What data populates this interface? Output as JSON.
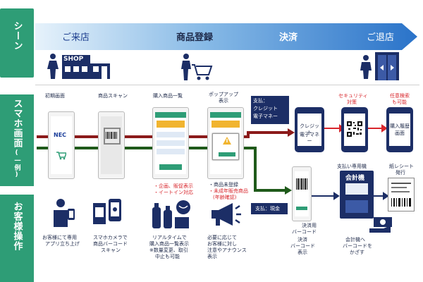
{
  "side": {
    "scene": "シーン",
    "screen_main": "スマホ画面",
    "screen_sub": "(一例)",
    "customer": "お客様操作"
  },
  "banner": {
    "arrive": "ご来店",
    "register": "商品登録",
    "settle": "決済",
    "leave": "ご退店",
    "shop_sign": "SHOP"
  },
  "screens": {
    "initial": "初期画面",
    "nec": "NEC",
    "scan": "商品スキャン",
    "list": "購入商品一覧",
    "popup_line1": "ポップアップ",
    "popup_line2": "表示",
    "list_note1": "・企画、販促表示",
    "list_note2": "・イートイン対応",
    "popup_note1": "・商品未登録",
    "popup_note2": "・未成年販売商品",
    "popup_note3": "(年齢確認)"
  },
  "credit": {
    "label_line1": "支払：",
    "label_line2": "クレジット",
    "label_line3": "電子マネー",
    "phone_line1": "クレジット",
    "phone_line2": "電子マネー",
    "security_line1": "セキュリティ",
    "security_line2": "対策",
    "check_line1": "任意検索",
    "check_line2": "も可能",
    "receipt_line1": "購入履歴",
    "receipt_line2": "画面"
  },
  "cash": {
    "label": "支払：現金",
    "phone_line1": "決済用",
    "phone_line2": "バーコード",
    "register_title": "支払い専用機",
    "register_sign": "会計機",
    "receipt_line1": "紙レシート",
    "receipt_line2": "発行"
  },
  "customer_ops": {
    "c1_line1": "お客様にて専用",
    "c1_line2": "アプリ立ち上げ",
    "c2_line1": "スマホカメラで",
    "c2_line2": "商品バーコード",
    "c2_line3": "スキャン",
    "c3_line1": "リアルタイムで",
    "c3_line2": "購入商品一覧表示",
    "c3_line3": "※数量変更、取引",
    "c3_line4": "中止も可能",
    "c4_line1": "必要に応じて",
    "c4_line2": "お客様に対し",
    "c4_line3": "注意やアナウンス",
    "c4_line4": "表示",
    "c5_line1": "決済",
    "c5_line2": "バーコード",
    "c5_line3": "表示",
    "c6_line1": "会計機へ",
    "c6_line2": "バーコードを",
    "c6_line3": "かざす"
  },
  "colors": {
    "teal": "#2e9d76",
    "navy": "#1c2e66",
    "dark_red": "#8b1a1a",
    "dark_green": "#1f5a1a",
    "red_text": "#d8262c",
    "banner_start": "#e6f2fb",
    "banner_end": "#2a73c9"
  }
}
